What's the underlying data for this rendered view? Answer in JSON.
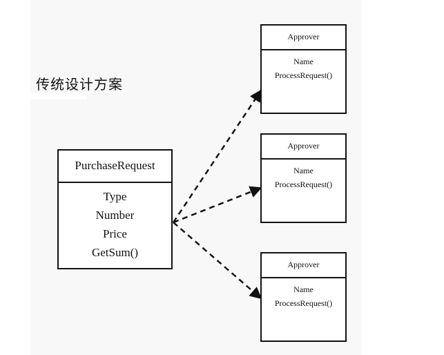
{
  "title": "传统设计方案",
  "purchase_request": {
    "name": "PurchaseRequest",
    "members": [
      "Type",
      "Number",
      "Price",
      "GetSum()"
    ]
  },
  "approvers": [
    {
      "name": "Approver",
      "members": [
        "Name",
        "ProcessRequest()"
      ]
    },
    {
      "name": "Approver",
      "members": [
        "Name",
        "ProcessRequest()"
      ]
    },
    {
      "name": "Approver",
      "members": [
        "Name",
        "ProcessRequest()"
      ]
    }
  ],
  "colors": {
    "line": "#111111",
    "background": "#f8f8f8"
  }
}
